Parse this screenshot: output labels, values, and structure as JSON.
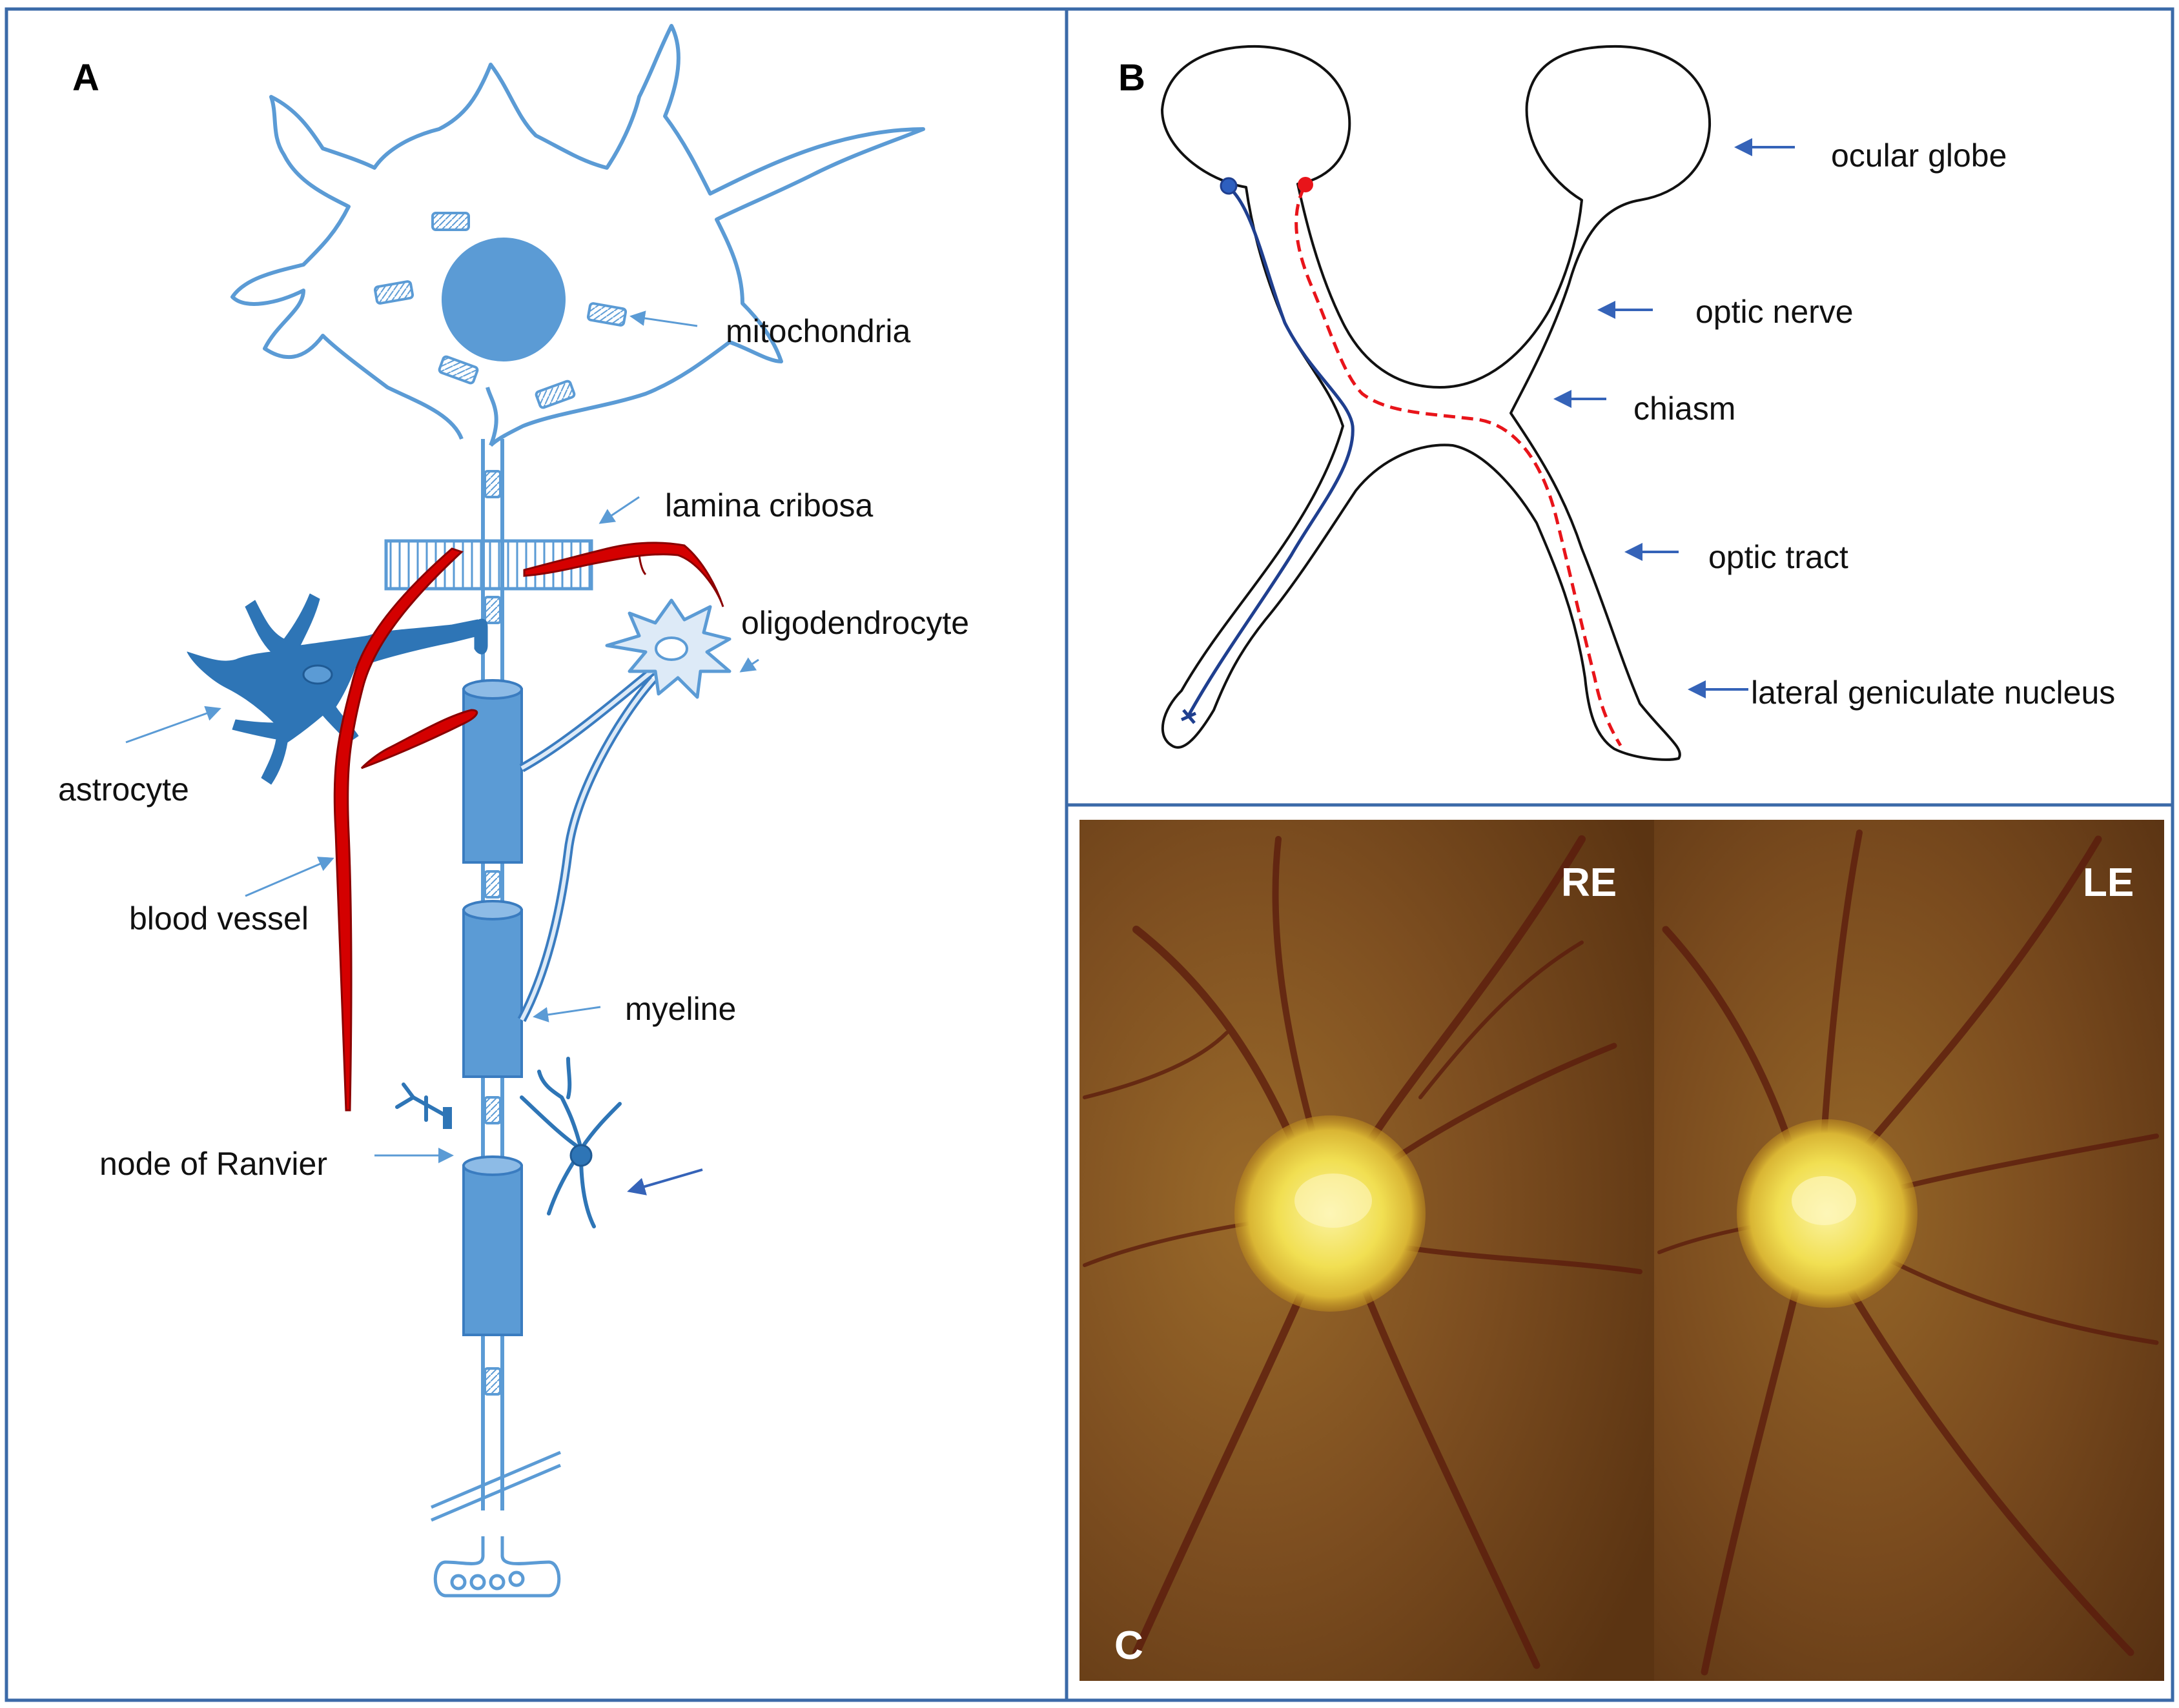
{
  "panels": {
    "a": {
      "letter": "A"
    },
    "b": {
      "letter": "B"
    },
    "c": {
      "letter": "C"
    }
  },
  "panel_a_labels": {
    "mitochondria": "mitochondria",
    "lamina": "lamina cribosa",
    "oligodendrocyte": "oligodendrocyte",
    "astrocyte": "astrocyte",
    "blood_vessel": "blood vessel",
    "myeline": "myeline",
    "node": "node of Ranvier"
  },
  "panel_b_labels": {
    "ocular_globe": "ocular globe",
    "optic_nerve": "optic nerve",
    "chiasm": "chiasm",
    "optic_tract": "optic tract",
    "lgn": "lateral geniculate nucleus"
  },
  "panel_c_labels": {
    "right_eye": "RE",
    "left_eye": "LE"
  },
  "colors": {
    "frame": "#3b6aa8",
    "neuron_outline": "#5b9bd5",
    "neuron_fill": "#5b9bd5",
    "glia_dark": "#2e75b6",
    "vessel_red": "#e00000",
    "arrow_light": "#5b9bd5",
    "arrow_dark": "#3563b8",
    "tract_blue": "#1f3f8f",
    "tract_red": "#e8141a",
    "fundus_bg": "#7a4a1f",
    "disc_yellow": "#f6e85a"
  }
}
